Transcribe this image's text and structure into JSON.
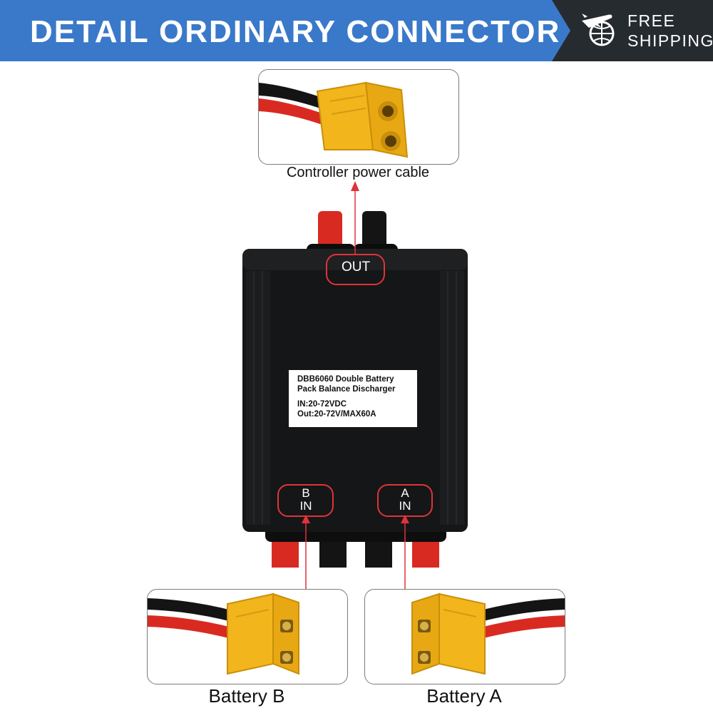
{
  "banner": {
    "title": "DETAIL ORDINARY CONNECTOR",
    "shipping_line1": "FREE",
    "shipping_line2": "SHIPPING",
    "shipping_icon": "plane-globe-icon",
    "colors": {
      "blue": "#3a79c9",
      "dark": "#262b30"
    }
  },
  "callouts": {
    "top_caption": "Controller power cable",
    "bottom_left_caption": "Battery B",
    "bottom_right_caption": "Battery A"
  },
  "device": {
    "label_lines": [
      "DBB6060 Double Battery",
      "Pack Balance Discharger",
      "IN:20-72VDC",
      "Out:20-72V/MAX60A"
    ],
    "port_out": "OUT",
    "port_b_line1": "B",
    "port_b_line2": "IN",
    "port_a_line1": "A",
    "port_a_line2": "IN"
  },
  "colors": {
    "connector_yellow": "#f2b51c",
    "wire_red": "#d92a22",
    "highlight_red": "#e0333a",
    "device_black": "#141516"
  }
}
